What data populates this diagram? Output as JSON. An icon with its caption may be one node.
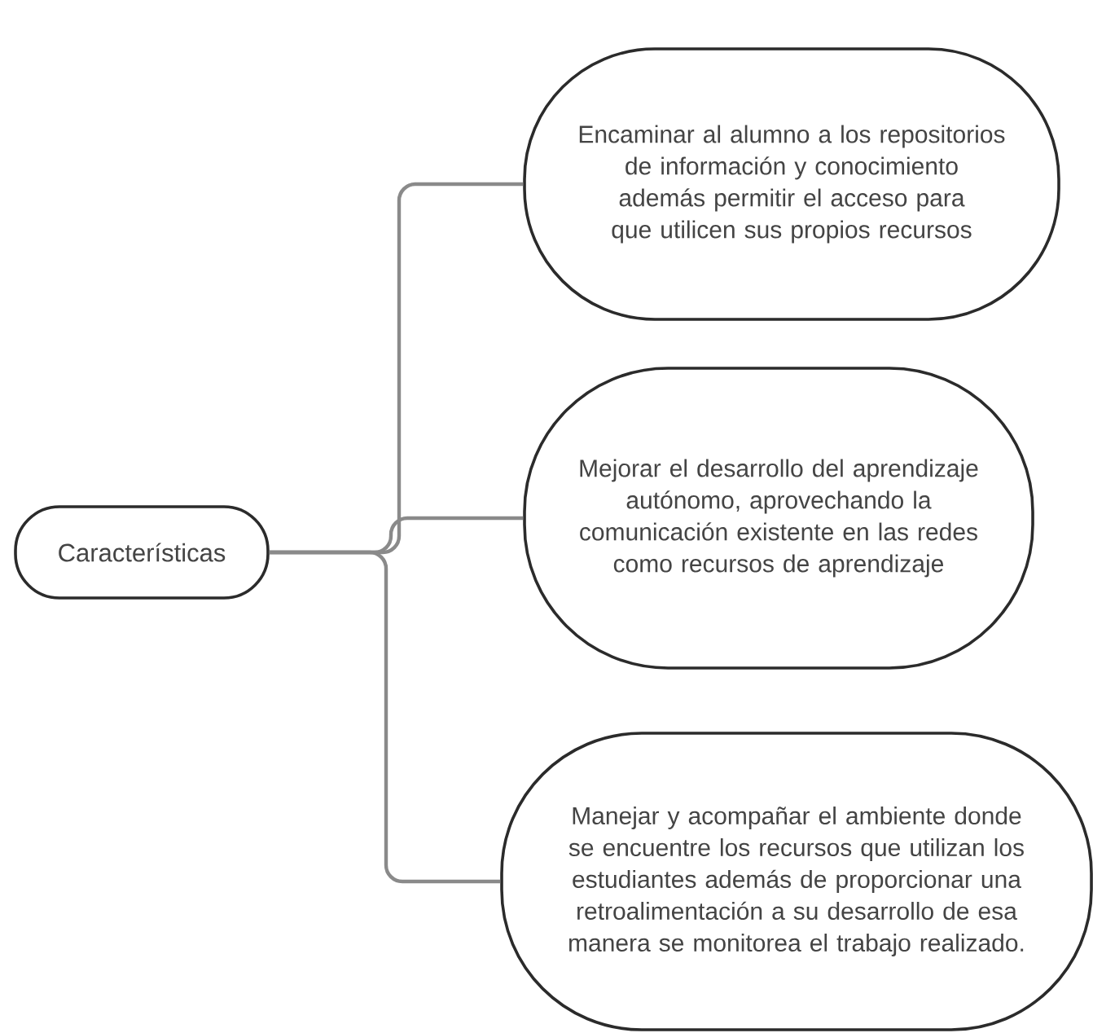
{
  "diagram": {
    "nodes": [
      {
        "text": [
          "Características"
        ]
      },
      {
        "text": [
          "Encaminar al alumno a los repositorios de información y conocimiento además permitir el acceso para que utilicen sus propios recursos"
        ]
      },
      {
        "text": [
          "Mejorar el desarrollo del aprendizaje autónomo, aprovechando  la comunicación existente en las redes como recursos de aprendizaje"
        ]
      },
      {
        "text": [
          "Manejar y acompañar el ambiente donde se encuentre los recursos que utilizan los estudiantes además de proporcionar una retroalimentación a su desarrollo de esa manera se monitorea el trabajo realizado."
        ]
      }
    ],
    "edges": [
      {
        "from": 0,
        "to": 1,
        "arrow": "none"
      },
      {
        "from": 0,
        "to": 2,
        "arrow": "none"
      },
      {
        "from": 0,
        "to": 3,
        "arrow": "none"
      }
    ]
  }
}
